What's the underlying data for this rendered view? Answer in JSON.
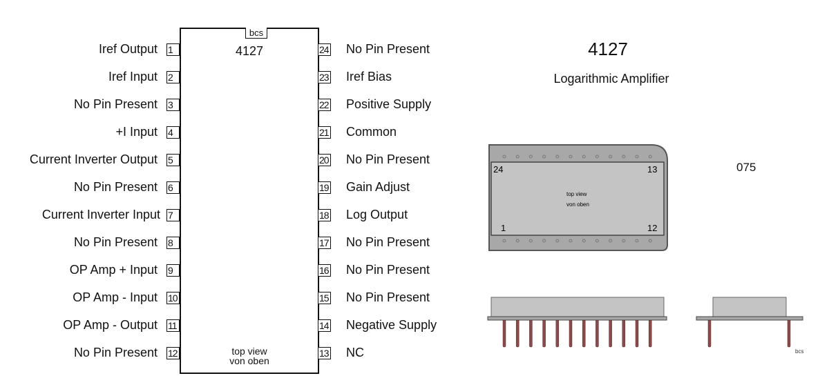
{
  "schematic": {
    "part_number": "4127",
    "logo_tab": "bcs",
    "view_line1": "top view",
    "view_line2": "von oben",
    "left_pins": [
      {
        "num": "1",
        "label": "Iref Output"
      },
      {
        "num": "2",
        "label": "Iref Input"
      },
      {
        "num": "3",
        "label": "No Pin Present"
      },
      {
        "num": "4",
        "label": "+I Input"
      },
      {
        "num": "5",
        "label": "Current Inverter Output"
      },
      {
        "num": "6",
        "label": "No Pin Present"
      },
      {
        "num": "7",
        "label": "Current Inverter Input"
      },
      {
        "num": "8",
        "label": "No Pin Present"
      },
      {
        "num": "9",
        "label": "OP Amp + Input"
      },
      {
        "num": "10",
        "label": "OP Amp - Input"
      },
      {
        "num": "11",
        "label": "OP Amp - Output"
      },
      {
        "num": "12",
        "label": "No Pin Present"
      }
    ],
    "right_pins": [
      {
        "num": "24",
        "label": "No Pin Present"
      },
      {
        "num": "23",
        "label": "Iref Bias"
      },
      {
        "num": "22",
        "label": "Positive Supply"
      },
      {
        "num": "21",
        "label": "Common"
      },
      {
        "num": "20",
        "label": "No Pin Present"
      },
      {
        "num": "19",
        "label": "Gain Adjust"
      },
      {
        "num": "18",
        "label": "Log Output"
      },
      {
        "num": "17",
        "label": "No Pin Present"
      },
      {
        "num": "16",
        "label": "No Pin Present"
      },
      {
        "num": "15",
        "label": "No Pin Present"
      },
      {
        "num": "14",
        "label": "Negative Supply"
      },
      {
        "num": "13",
        "label": "NC"
      }
    ]
  },
  "title": {
    "part_number": "4127",
    "description": "Logarithmic Amplifier"
  },
  "package": {
    "code": "075",
    "top_view_line1": "top view",
    "top_view_line2": "von oben",
    "corner_top_left": "24",
    "corner_top_right": "13",
    "corner_bottom_left": "1",
    "corner_bottom_right": "12",
    "pins_per_side": 12,
    "colors": {
      "body": "#c4c4c4",
      "flange": "#a8a8a8",
      "outline": "#555555",
      "lead": "#8b4a4a"
    }
  },
  "credit": "bcs"
}
